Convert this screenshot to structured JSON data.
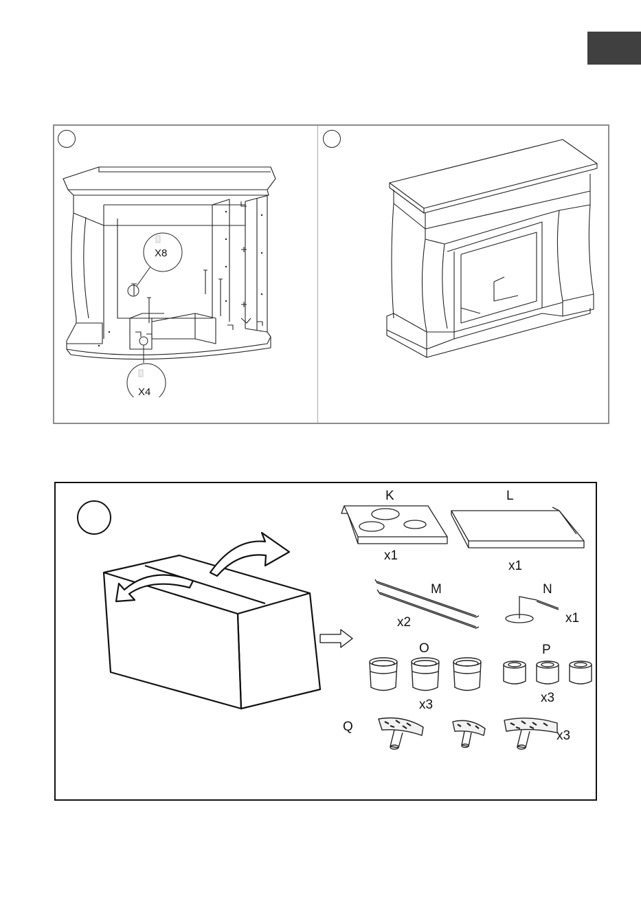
{
  "top_panel": {
    "left_callouts": {
      "screws_qty": "X8",
      "brackets_qty": "X4"
    }
  },
  "bottom_panel": {
    "parts": [
      {
        "letter": "K",
        "qty": "x1"
      },
      {
        "letter": "L",
        "qty": "x1"
      },
      {
        "letter": "M",
        "qty": "x2"
      },
      {
        "letter": "N",
        "qty": "x1"
      },
      {
        "letter": "O",
        "qty": "x3"
      },
      {
        "letter": "P",
        "qty": "x3"
      },
      {
        "letter": "Q",
        "qty": "x3"
      }
    ]
  },
  "colors": {
    "tab": "#404040",
    "frame_top": "#8c8c8c",
    "frame_bottom": "#111111"
  }
}
